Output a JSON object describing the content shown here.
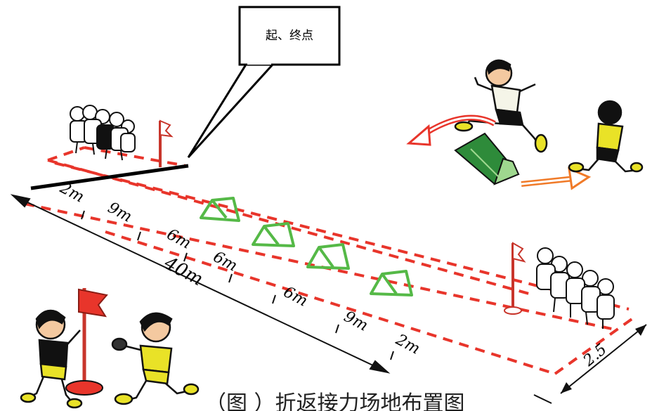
{
  "callout": {
    "label": "起、终点"
  },
  "segments": [
    "2m",
    "9m",
    "6m",
    "6m",
    "6m",
    "9m",
    "2m"
  ],
  "total_length": "40m",
  "width_label": "2.5",
  "caption": "（图 ）折返接力场地布置图",
  "colors": {
    "lane_line": "#e8352b",
    "hurdle": "#55b947",
    "hurdle_dark": "#2e8b3a",
    "flag": "#e8352b",
    "arrow": "#e8352b",
    "arrow_orange": "#f07a28",
    "shirt_yellow": "#e9e227",
    "ink": "#111111"
  },
  "icons": [
    "runner-icon",
    "hurdle-icon",
    "flag-pole-icon",
    "children-group-icon",
    "turn-arrow-icon"
  ]
}
